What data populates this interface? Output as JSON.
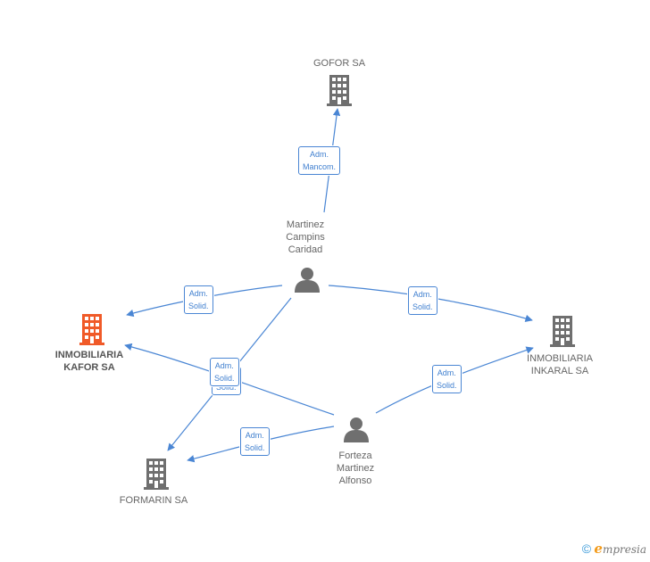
{
  "colors": {
    "edge": "#4a86d4",
    "company": "#6f6f6f",
    "company_highlight": "#f05a28",
    "person": "#6f6f6f"
  },
  "nodes": {
    "gofor": {
      "label": "GOFOR SA",
      "type": "company",
      "icon": "building-icon"
    },
    "kafor": {
      "label": "INMOBILIARIA\nKAFOR SA",
      "type": "company",
      "icon": "building-icon",
      "highlight": true
    },
    "inkaral": {
      "label": "INMOBILIARIA\nINKARAL SA",
      "type": "company",
      "icon": "building-icon"
    },
    "formarin": {
      "label": "FORMARIN SA",
      "type": "company",
      "icon": "building-icon"
    },
    "martinez": {
      "label": "Martinez\nCampins\nCaridad",
      "type": "person",
      "icon": "person-icon"
    },
    "forteza": {
      "label": "Forteza\nMartinez\nAlfonso",
      "type": "person",
      "icon": "person-icon"
    }
  },
  "edges": {
    "martinez_gofor": {
      "from": "Martinez Campins Caridad",
      "to": "GOFOR SA",
      "label": "Adm.\nMancom."
    },
    "martinez_kafor": {
      "from": "Martinez Campins Caridad",
      "to": "INMOBILIARIA KAFOR SA",
      "label": "Adm.\nSolid."
    },
    "martinez_inkaral": {
      "from": "Martinez Campins Caridad",
      "to": "INMOBILIARIA INKARAL SA",
      "label": "Adm.\nSolid."
    },
    "martinez_formarin": {
      "from": "Martinez Campins Caridad",
      "to": "FORMARIN SA",
      "label": "Adm.\nSolid."
    },
    "forteza_kafor": {
      "from": "Forteza Martinez Alfonso",
      "to": "INMOBILIARIA KAFOR SA",
      "label": "Adm.\nSolid."
    },
    "forteza_inkaral": {
      "from": "Forteza Martinez Alfonso",
      "to": "INMOBILIARIA INKARAL SA",
      "label": "Adm.\nSolid."
    },
    "forteza_formarin": {
      "from": "Forteza Martinez Alfonso",
      "to": "FORMARIN SA",
      "label": "Adm.\nSolid."
    }
  },
  "footer": {
    "copyright": "©",
    "brand_initial": "e",
    "brand_rest": "mpresia"
  }
}
